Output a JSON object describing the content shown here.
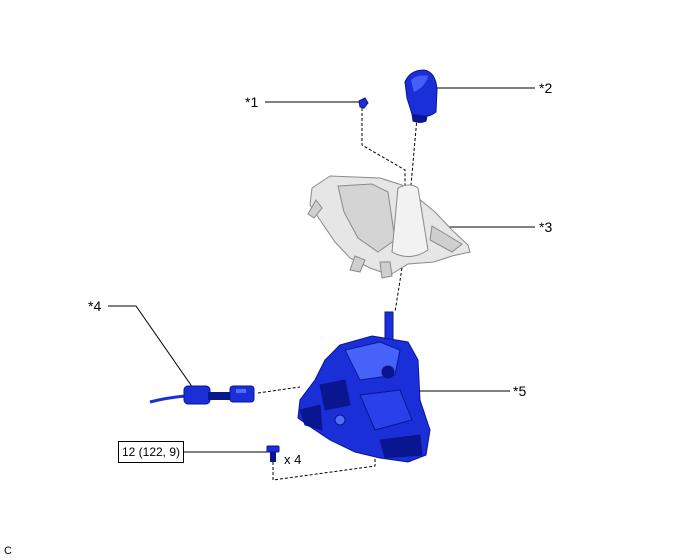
{
  "callouts": {
    "c1": "*1",
    "c2": "*2",
    "c3": "*3",
    "c4": "*4",
    "c5": "*5"
  },
  "torque": "12 (122, 9)",
  "quantity": "x 4",
  "figure_code": "C",
  "colors": {
    "part_blue": "#1b2fd8",
    "part_blue_dark": "#0a1590",
    "part_blue_light": "#4f6cff",
    "boot_grey": "#e6e6e6",
    "line": "#000000"
  }
}
